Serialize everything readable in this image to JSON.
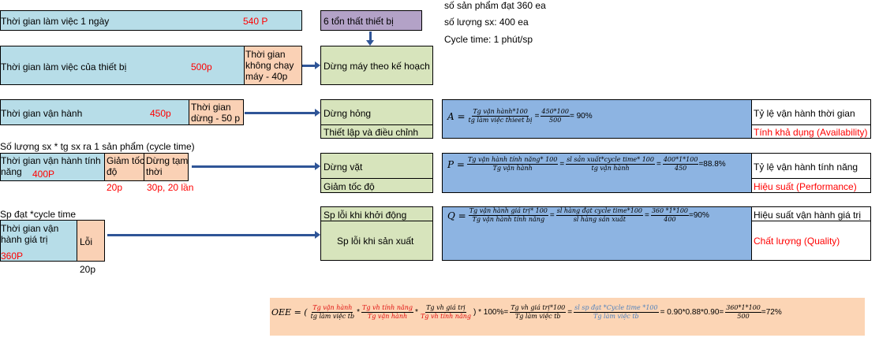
{
  "top_notes": {
    "good_products": "số sản phẩm đạt 360 ea",
    "production_qty": "số lượng sx: 400 ea",
    "cycle_time": "Cycle time: 1 phút/sp"
  },
  "row1": {
    "label": "Thời gian làm việc 1 ngày",
    "value": "540 P",
    "losses_label": "6 tổn thất thiết bị"
  },
  "row2": {
    "label": "Thời gian làm việc của thiết bị",
    "value": "500p",
    "loss_label": "Thời gian không chạy máy  - 40p",
    "cause": "Dừng máy theo kế hoạch"
  },
  "row3": {
    "label": "Thời gian vận hành",
    "value": "450p",
    "loss_label": "Thời gian dừng - 50 p",
    "cause_1": "Dừng hỏng",
    "cause_2": "Thiết lập và điều chỉnh",
    "formula": {
      "symbol": "A =",
      "num1": "Tg vận hành*100",
      "den1": "tg làm việc thieet bị",
      "num2": "450*100",
      "den2": "500",
      "result": "= 90%"
    },
    "metric_name": "Tỷ lệ vận hành thời gian",
    "metric_en": "Tính khả dụng (Availability)"
  },
  "row4": {
    "note": "Số lượng sx * tg sx ra 1 sản phẩm (cycle time)",
    "label": "Thời gian vận hành tính năng",
    "value": "400P",
    "loss1_label": "Giảm tốc độ",
    "loss1_value": "20p",
    "loss2_label": "Dừng tạm thời",
    "loss2_value": "30p, 20 lần",
    "cause_1": "Dừng vặt",
    "cause_2": "Giảm tốc độ",
    "formula": {
      "symbol": "P =",
      "num1": "Tg vận hành tính năng* 100",
      "den1": "Tg vận hành",
      "num2": "sl sản xuất*cycle time* 100",
      "den2": "tg vận hành",
      "num3": "400*1*100",
      "den3": "450",
      "result": "=88.8%"
    },
    "metric_name": "Tỷ lệ vận hành tính năng",
    "metric_en": "Hiệu suất (Performance)"
  },
  "row5": {
    "note": "Sp đạt *cycle time",
    "label": "Thời gian vận hành giá trị",
    "value": "360P",
    "loss_label": "Lỗi",
    "loss_value": "20p",
    "cause_1": "Sp lỗi khi khởi động",
    "cause_2": "Sp lỗi khi sản xuất",
    "formula": {
      "symbol": "Q =",
      "num1": "Tg vận hành giá trị* 100",
      "den1": "Tg vận hành tính năng",
      "num2": "sl hàng đạt cycle time*100",
      "den2": "sl hàng sản xuất",
      "num3": "360 *1*100",
      "den3": "400",
      "result": "=90%"
    },
    "metric_name": "Hiệu suất vận hành giá trị",
    "metric_en": "Chất lượng (Quality)"
  },
  "oee": {
    "lhs": "OEE = (",
    "f1_num": "Tg vận hành",
    "f1_den": "tg làm việc tb",
    "f2_num": "Tg vh tính năng",
    "f2_den": "Tg vận hành",
    "f3_num": "Tg vh giá trị",
    "f3_den": "Tg vh tính năng",
    "mult": "*",
    "pct": ") * 100%=",
    "f4_num": "Tg vh giá trị*100",
    "f4_den": "Tg làm việc tb",
    "f5_num": "sl sp đạt *Cycle time *100",
    "f5_den": "Tg làm việc  tb",
    "mid": "= 0.90*0.88*0.90=",
    "f6_num": "360*1*100",
    "f6_den": "500",
    "result": "=72%"
  },
  "colors": {
    "blue_box": "#b7dde8",
    "peach_box": "#fad1b5",
    "green_box": "#d7e4bc",
    "formula_box": "#8db4e2",
    "purple_box": "#b3a2c7",
    "arrow": "#2f5597",
    "red_text": "#ff0000"
  }
}
